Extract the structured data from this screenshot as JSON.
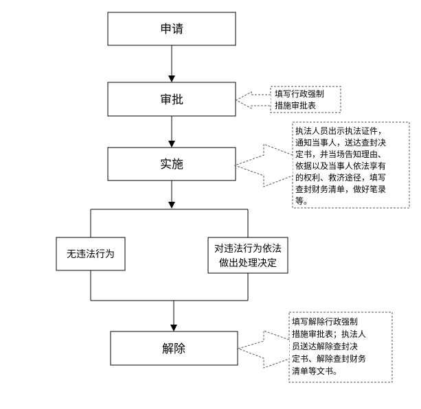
{
  "steps": {
    "apply": "申请",
    "approve": "审批",
    "implement": "实施",
    "no_violation": "无违法行为",
    "violation_line1": "对违法行为依法",
    "violation_line2": "做出处理决定",
    "release": "解除"
  },
  "notes": {
    "approve": [
      "填写行政强制",
      "措施审批表"
    ],
    "implement": [
      "执法人员出示执法证件，",
      "通知当事人，送达查封决",
      "定书，并当场告知理由、",
      "依据以及当事人依法享有",
      "的权利、救济途径，填写",
      "查封财务清单，做好笔录",
      "等。"
    ],
    "release": [
      "填写解除行政强制",
      "措施审批表；执法人",
      "员送达解除查封决",
      "定书、解除查封财务",
      "清单等文书。"
    ]
  },
  "colors": {
    "line": "#000000",
    "note_border": "#555555"
  }
}
